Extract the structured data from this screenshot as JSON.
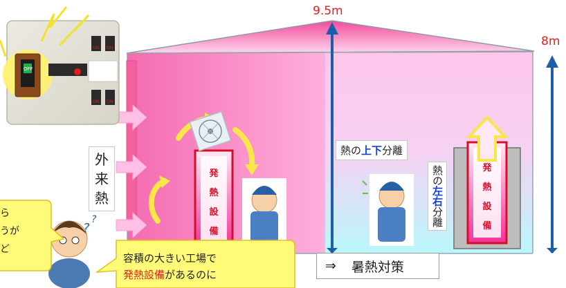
{
  "heights": {
    "peak": "9.5m",
    "eave": "8m"
  },
  "external_heat": {
    "chars": [
      "外",
      "来",
      "熱"
    ]
  },
  "equipment_left": {
    "chars": [
      "発",
      "熱",
      "設",
      "備"
    ]
  },
  "equipment_right": {
    "chars": [
      "発",
      "熱",
      "設",
      "備"
    ]
  },
  "separation_vertical": {
    "prefix": "熱の",
    "emphasis": "上下",
    "suffix": "分離"
  },
  "separation_horizontal": {
    "prefix": "熱の",
    "emphasis": "左右",
    "suffix": "分離"
  },
  "countermeasure": {
    "arrow": "⇒",
    "label": "暑熱対策"
  },
  "speech_left": {
    "lines": [
      "ら",
      "うが",
      "ど"
    ]
  },
  "speech_bottom": {
    "line1": "容積の大きい工場で",
    "highlight": "発熱設備",
    "line2_rest": "があるのに"
  },
  "switch_labels": {
    "off": "OFF",
    "on": "ON"
  },
  "colors": {
    "roof": "#f94fa0",
    "wall_left": "#f06aa8",
    "arrow_blue": "#1a5fa8",
    "accent_red": "#e02020",
    "emph_blue": "#1440d8",
    "speech_yellow": "#fffa78"
  }
}
